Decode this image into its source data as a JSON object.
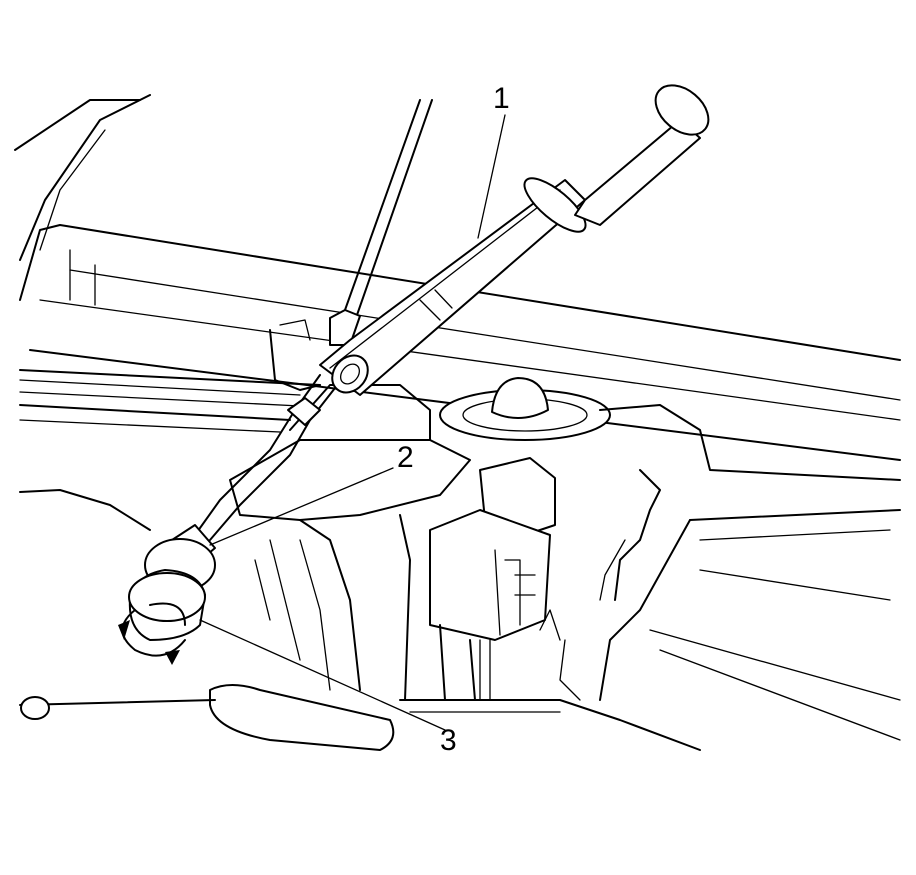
{
  "callouts": {
    "c1": "1",
    "c2": "2",
    "c3": "3"
  },
  "icons": {
    "rotation": "circular-arrow-icon"
  }
}
